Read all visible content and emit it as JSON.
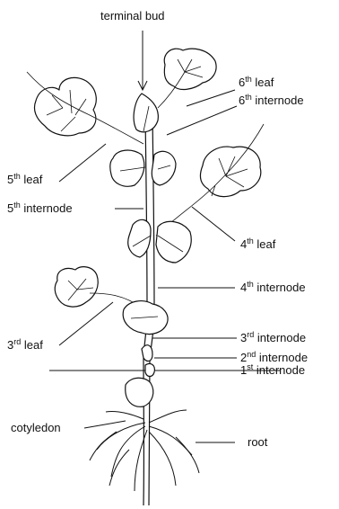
{
  "labels": {
    "terminal_bud": "terminal bud",
    "leaf6": {
      "num": "6",
      "suffix": "th",
      "word": "leaf"
    },
    "internode6": {
      "num": "6",
      "suffix": "th",
      "word": "internode"
    },
    "leaf5": {
      "num": "5",
      "suffix": "th",
      "word": "leaf"
    },
    "internode5": {
      "num": "5",
      "suffix": "th",
      "word": "internode"
    },
    "leaf4": {
      "num": "4",
      "suffix": "th",
      "word": "leaf"
    },
    "internode4": {
      "num": "4",
      "suffix": "th",
      "word": "internode"
    },
    "leaf3": {
      "num": "3",
      "suffix": "rd",
      "word": "leaf"
    },
    "internode3": {
      "num": "3",
      "suffix": "rd",
      "word": "internode"
    },
    "internode2": {
      "num": "2",
      "suffix": "nd",
      "word": "internode"
    },
    "internode1": {
      "num": "1",
      "suffix": "st",
      "word": "internode"
    },
    "cotyledon": "cotyledon",
    "root": "root"
  }
}
